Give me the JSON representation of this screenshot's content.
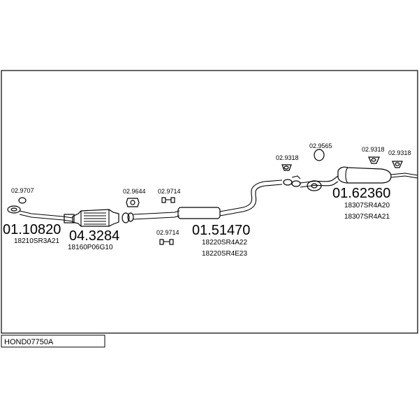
{
  "drawing_code": "HOND07750A",
  "parts": {
    "front_pipe": {
      "number": "01.10820",
      "oem": "18210SR3A21"
    },
    "catalyst": {
      "number": "04.3284",
      "oem": "18160P06G10"
    },
    "middle_silencer": {
      "number": "01.51470",
      "oem_1": "18220SR4A22",
      "oem_2": "18220SR4E23"
    },
    "rear_silencer": {
      "number": "01.62360",
      "oem_1": "18307SR4A20",
      "oem_2": "18307SR4A21"
    }
  },
  "accessories": {
    "gasket_front": "02.9707",
    "gasket_cat": "02.9644",
    "bolt_upper": "02.9714",
    "bolt_lower": "02.9714",
    "hanger_mid": "02.9318",
    "ring_rear": "02.9565",
    "hanger_rear_1": "02.9318",
    "hanger_rear_2": "02.9318"
  }
}
